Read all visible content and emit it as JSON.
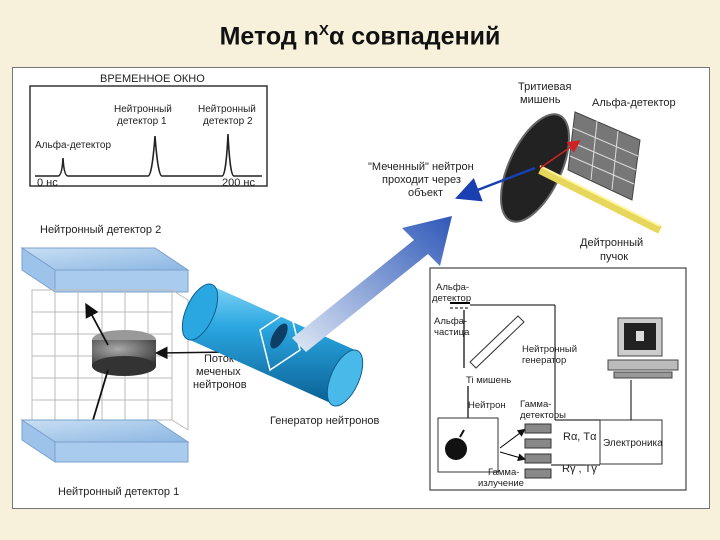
{
  "title": {
    "main": "Метод n",
    "sup": "X",
    "greek": "α",
    "rest": " совпадений"
  },
  "timing": {
    "window_label": "ВРЕМЕННОЕ ОКНО",
    "peak_alpha": "Альфа-детектор",
    "peak_n1_line1": "Нейтронный",
    "peak_n1_line2": "детектор 1",
    "peak_n2_line1": "Нейтронный",
    "peak_n2_line2": "детектор 2",
    "t_start": "0 нс",
    "t_end": "200 нс"
  },
  "left": {
    "detector2": "Нейтронный детектор 2",
    "detector1": "Нейтронный детектор 1",
    "flux_line1": "Поток",
    "flux_line2": "меченых",
    "flux_line3": "нейтронов",
    "generator": "Генератор нейтронов"
  },
  "target": {
    "tritium_line1": "Тритиевая",
    "tritium_line2": "мишень",
    "alpha_detector": "Альфа-детектор",
    "tagged_line1": "\"Меченный\" нейтрон",
    "tagged_line2": "проходит через",
    "tagged_line3": "объект",
    "deuteron_line1": "Дейтронный",
    "deuteron_line2": "пучок"
  },
  "scheme": {
    "alpha_det_line1": "Альфа-",
    "alpha_det_line2": "детектор",
    "alpha_particle_line1": "Альфа-",
    "alpha_particle_line2": "частица",
    "neutron_gen_line1": "Нейтронный",
    "neutron_gen_line2": "генератор",
    "ti_target": "Ti мишень",
    "neutron": "Нейтрон",
    "gamma_det_line1": "Гамма-",
    "gamma_det_line2": "детекторы",
    "gamma_rad_line1": "Гамма-",
    "gamma_rad_line2": "излучение",
    "r_alpha": "Rα, Tα",
    "r_gamma": "Rγ , Tγ",
    "electronics": "Электроника"
  }
}
